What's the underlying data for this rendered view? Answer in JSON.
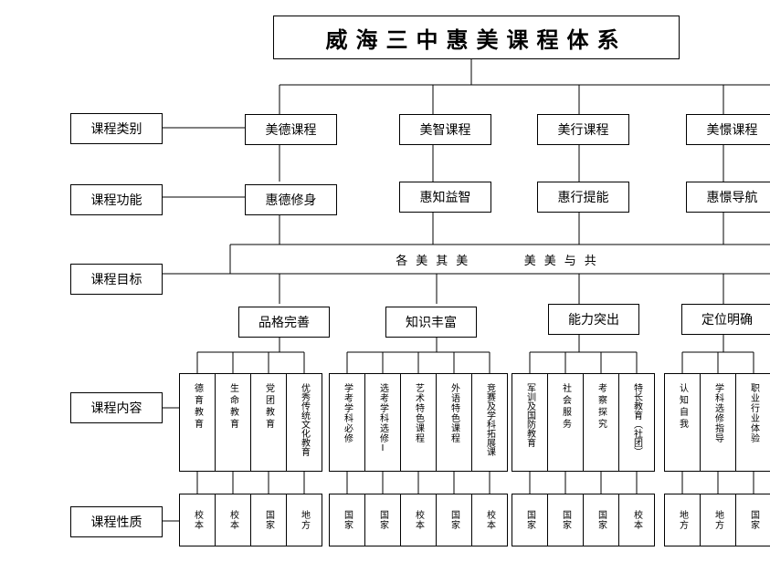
{
  "title": "威海三中惠美课程体系",
  "row_labels": {
    "category": "课程类别",
    "function": "课程功能",
    "goal": "课程目标",
    "content": "课程内容",
    "nature": "课程性质"
  },
  "goal_banner": "各美其美    美美与共",
  "categories": [
    {
      "name": "美德课程",
      "function": "惠德修身",
      "goal": "品格完善",
      "contents": [
        "德育教育",
        "生命教育",
        "党团教育",
        "优秀传统文化教育"
      ],
      "natures": [
        "校本",
        "校本",
        "国家",
        "地方"
      ]
    },
    {
      "name": "美智课程",
      "function": "惠知益智",
      "goal": "知识丰富",
      "contents": [
        "学考学科必修",
        "选考学科选修Ⅰ",
        "艺术特色课程",
        "外语特色课程",
        "竞赛及学科拓展课"
      ],
      "natures": [
        "国家",
        "国家",
        "校本",
        "国家",
        "校本"
      ]
    },
    {
      "name": "美行课程",
      "function": "惠行提能",
      "goal": "能力突出",
      "contents": [
        "军训及国防教育",
        "社会服务",
        "考察探究",
        "特长教育（社团）"
      ],
      "natures": [
        "国家",
        "国家",
        "国家",
        "校本"
      ]
    },
    {
      "name": "美憬课程",
      "function": "惠憬导航",
      "goal": "定位明确",
      "contents": [
        "认知自我",
        "学科选修指导",
        "职业行业体验"
      ],
      "natures": [
        "地方",
        "地方",
        "国家"
      ]
    }
  ]
}
